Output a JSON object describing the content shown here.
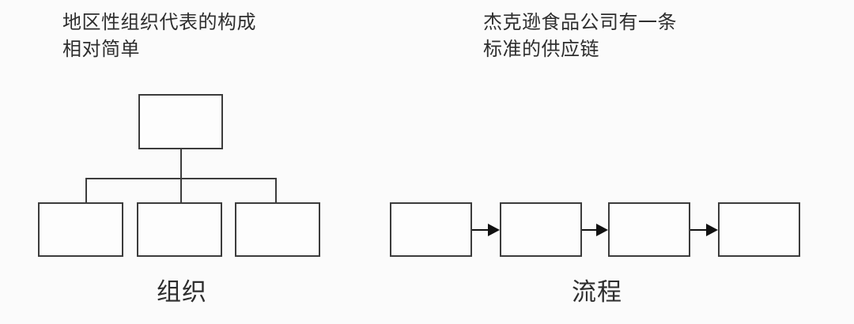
{
  "page": {
    "background_color": "#fbfbfb",
    "line_color": "#3c3c3c",
    "arrow_color": "#111111",
    "text_color": "#2e2e2e"
  },
  "left_panel": {
    "title": "地区性组织代表的构成\n相对简单",
    "title_line_1": "地区性组织代表的构成",
    "title_line_2": "相对简单",
    "caption": "组织",
    "diagram_type": "org-chart",
    "nodes": {
      "root": {
        "label": ""
      },
      "children": [
        {
          "label": ""
        },
        {
          "label": ""
        },
        {
          "label": ""
        }
      ]
    }
  },
  "right_panel": {
    "title": "杰克逊食品公司有一条\n标准的供应链",
    "title_line_1": "杰克逊食品公司有一条",
    "title_line_2": "标准的供应链",
    "caption": "流程",
    "diagram_type": "flow-chain",
    "nodes": [
      {
        "label": ""
      },
      {
        "label": ""
      },
      {
        "label": ""
      },
      {
        "label": ""
      }
    ],
    "connectors": [
      {
        "icon": "arrow-right-icon"
      },
      {
        "icon": "arrow-right-icon"
      },
      {
        "icon": "arrow-right-icon"
      }
    ]
  }
}
